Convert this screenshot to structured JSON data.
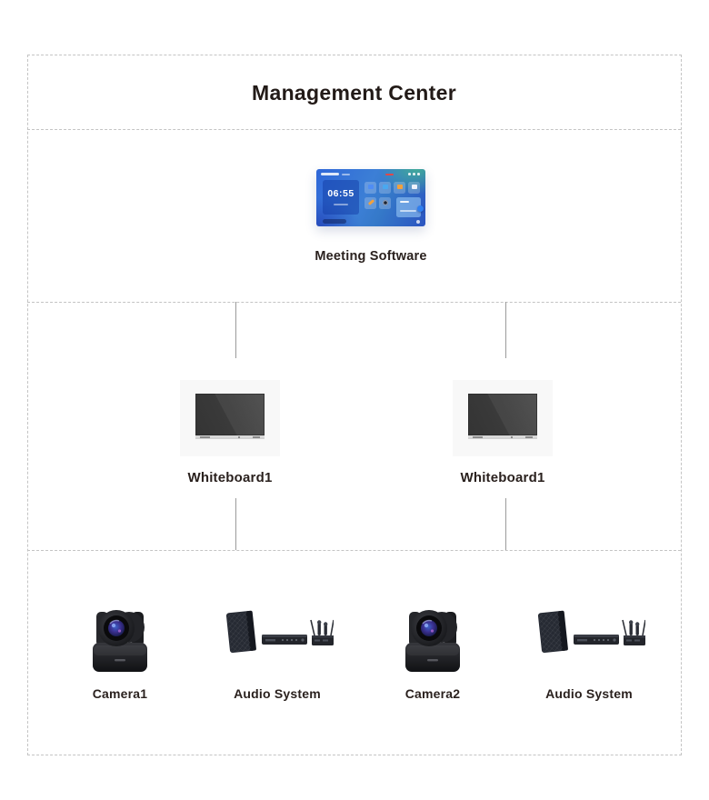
{
  "title": {
    "text": "Management Center"
  },
  "meeting": {
    "label": "Meeting Software",
    "screen": {
      "time": "06:55"
    }
  },
  "whiteboards": [
    {
      "label": "Whiteboard1"
    },
    {
      "label": "Whiteboard1"
    }
  ],
  "devices": [
    {
      "label": "Camera1",
      "icon": "ptz-camera"
    },
    {
      "label": "Audio System",
      "icon": "audio-system"
    },
    {
      "label": "Camera2",
      "icon": "ptz-camera"
    },
    {
      "label": "Audio System",
      "icon": "audio-system"
    }
  ],
  "colors": {
    "dashed_border": "#c4c4c4",
    "connector_line": "#9b9b9b",
    "label_text": "#2a211e",
    "title_text": "#221a17",
    "whiteboard_card_bg": "#f8f8f8",
    "screen_blue": "#2f67d8",
    "screen_teal": "#2f9e84",
    "screen_accent_dot": "#2f7ff0",
    "screen_red_dash": "#e0484a"
  }
}
